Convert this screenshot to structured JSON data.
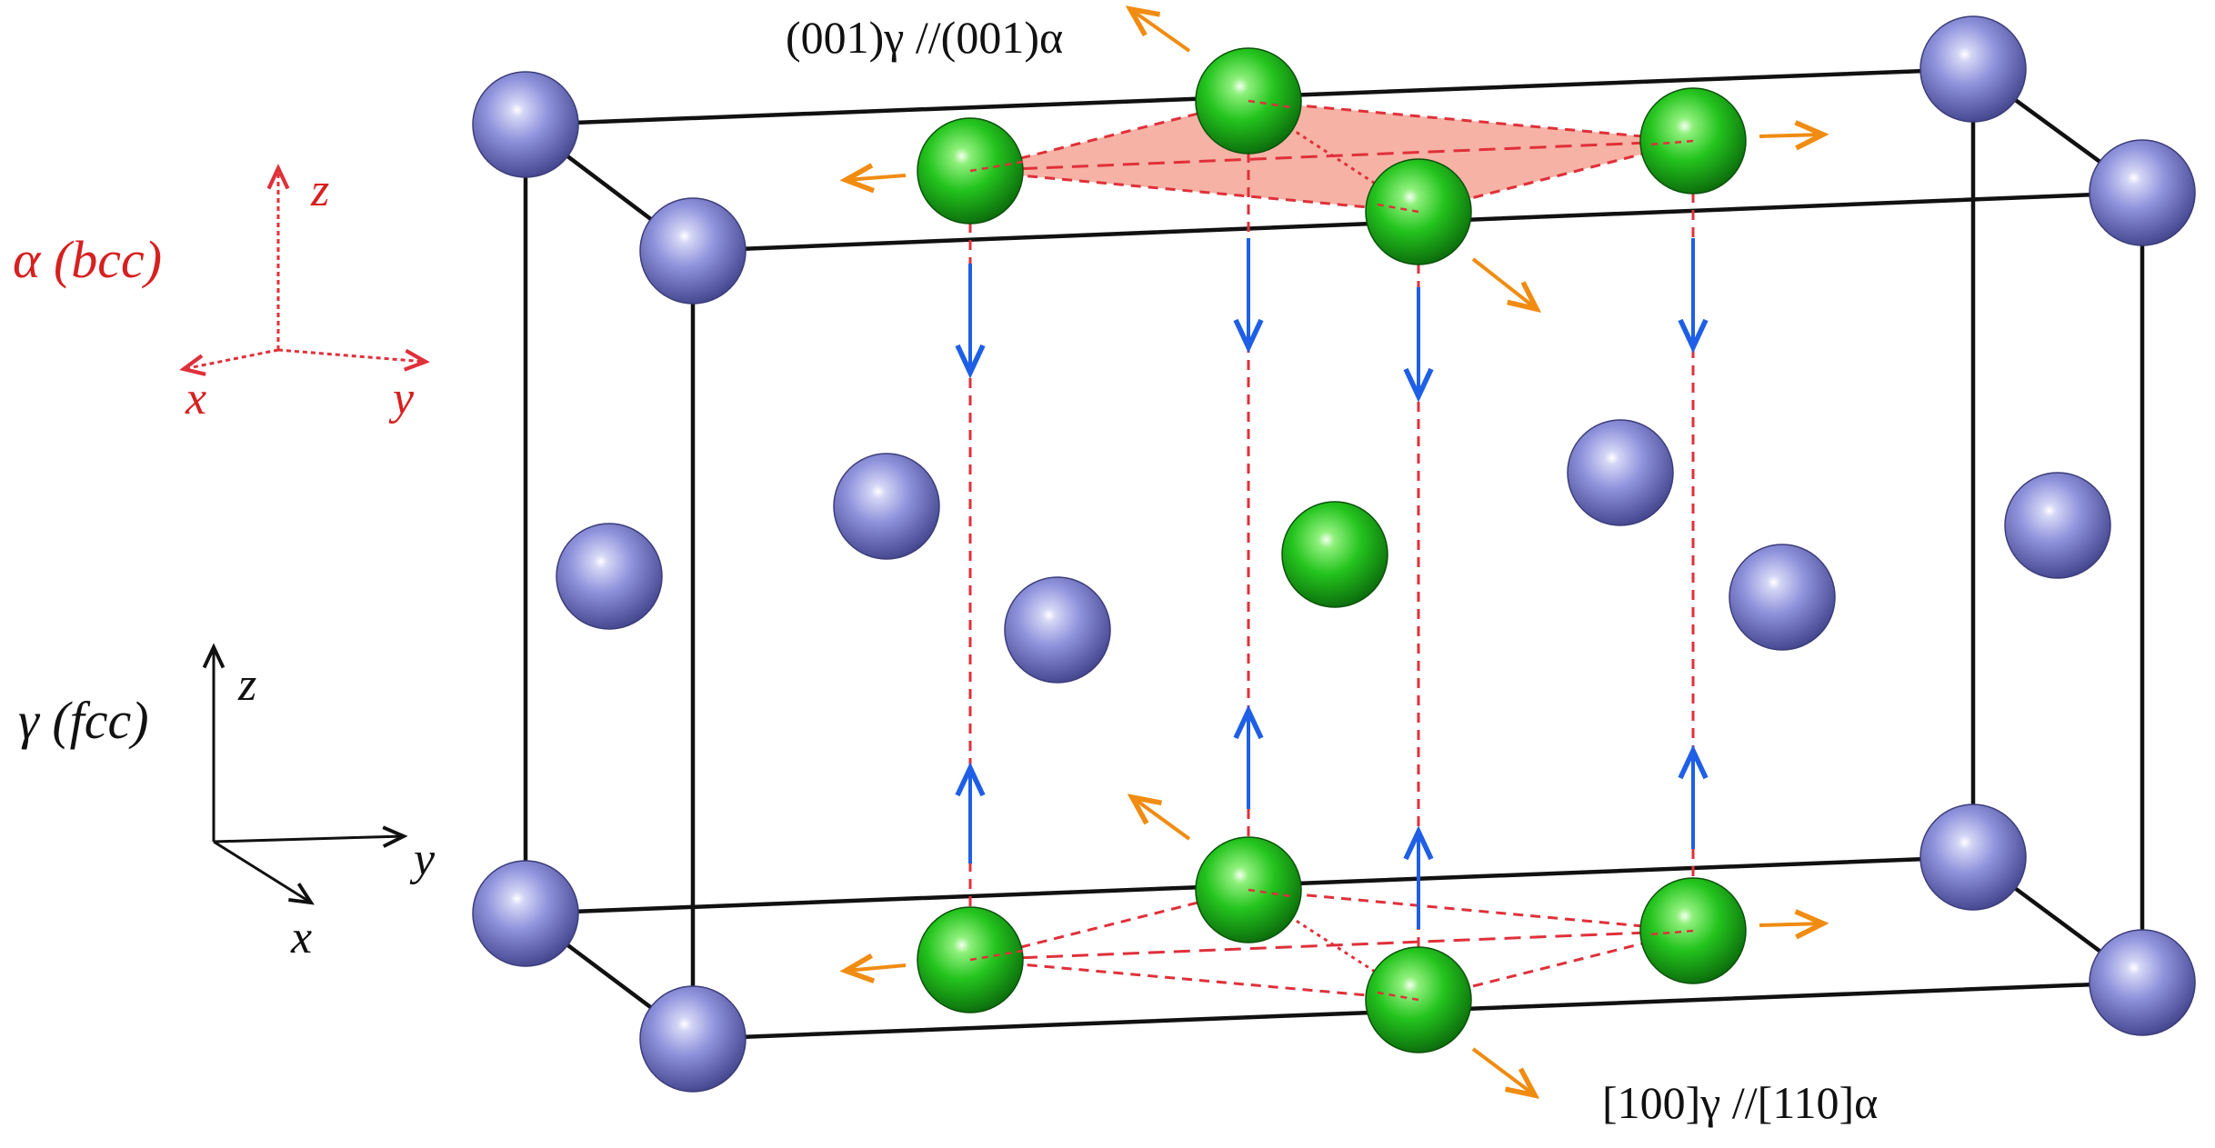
{
  "labels": {
    "alpha_name": "α (bcc)",
    "gamma_name": "γ (fcc)",
    "alpha_axis_z": "z",
    "alpha_axis_x": "x",
    "alpha_axis_y": "y",
    "gamma_axis_z": "z",
    "gamma_axis_x": "x",
    "gamma_axis_y": "y",
    "plane_relation": "(001)γ //(001)α",
    "direction_relation": "[100]γ //[110]α"
  },
  "atoms": [
    {
      "id": "corner-top-back-left",
      "kind": "fe"
    },
    {
      "id": "corner-top-front-left",
      "kind": "fe"
    },
    {
      "id": "corner-top-back-right",
      "kind": "fe"
    },
    {
      "id": "corner-top-front-right",
      "kind": "fe"
    },
    {
      "id": "corner-bottom-back-left",
      "kind": "fe"
    },
    {
      "id": "corner-bottom-front-left",
      "kind": "fe"
    },
    {
      "id": "corner-bottom-back-right",
      "kind": "fe"
    },
    {
      "id": "corner-bottom-front-right",
      "kind": "fe"
    },
    {
      "id": "face-left",
      "kind": "fe"
    },
    {
      "id": "face-inner-1",
      "kind": "fe"
    },
    {
      "id": "face-inner-2",
      "kind": "fe"
    },
    {
      "id": "face-inner-3",
      "kind": "fe"
    },
    {
      "id": "face-inner-4",
      "kind": "fe"
    },
    {
      "id": "face-right",
      "kind": "fe"
    },
    {
      "id": "top-back",
      "kind": "bcc"
    },
    {
      "id": "top-left",
      "kind": "bcc"
    },
    {
      "id": "top-right",
      "kind": "bcc"
    },
    {
      "id": "top-front",
      "kind": "bcc"
    },
    {
      "id": "center",
      "kind": "bcc"
    },
    {
      "id": "bottom-back",
      "kind": "bcc"
    },
    {
      "id": "bottom-left",
      "kind": "bcc"
    },
    {
      "id": "bottom-right",
      "kind": "bcc"
    },
    {
      "id": "bottom-front",
      "kind": "bcc"
    }
  ],
  "colors": {
    "fe_atom": "#8c8fdc",
    "bcc_atom": "#22c41e",
    "cell_line": "#111111",
    "bcc_line": "#e0303a",
    "plane_fill": "#f4a191",
    "shear_arrow": "#1e5fe6",
    "expansion_arrow": "#f08c12",
    "alpha_label": "#d62020",
    "gamma_label": "#111111"
  }
}
